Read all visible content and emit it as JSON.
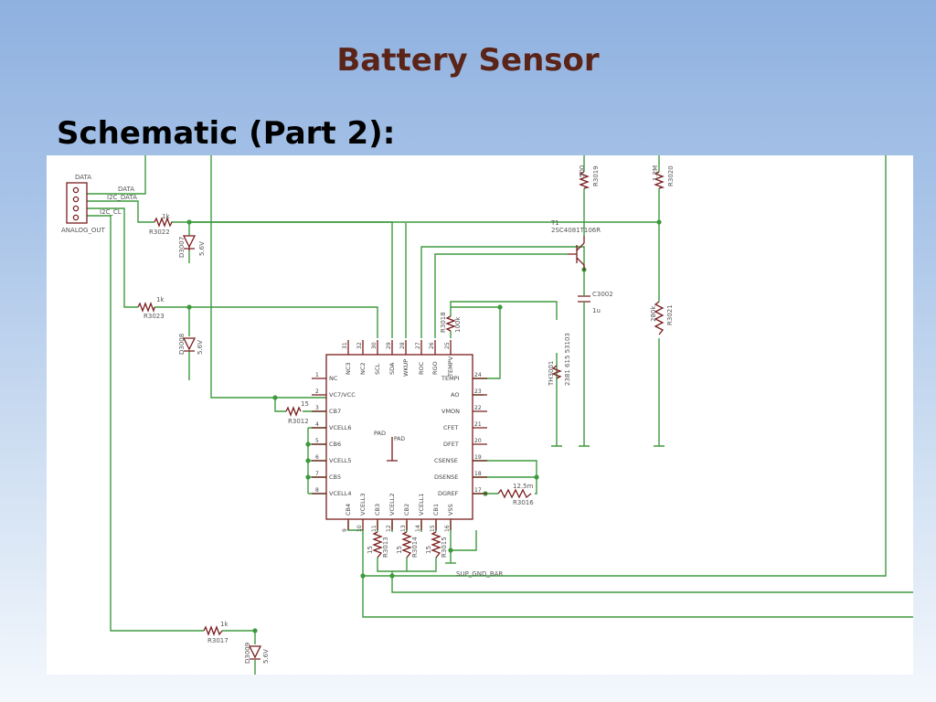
{
  "slide": {
    "title": "Battery Sensor",
    "subtitle": "Schematic (Part 2):"
  },
  "connector": {
    "name": "DATA",
    "signals": [
      "DATA",
      "I2C_DATA",
      "I2C_CL",
      "ANALOG_OUT"
    ]
  },
  "resistors": [
    {
      "ref": "R3022",
      "value": "1k"
    },
    {
      "ref": "R3023",
      "value": "1k"
    },
    {
      "ref": "R3012",
      "value": "15"
    },
    {
      "ref": "R3013",
      "value": "15"
    },
    {
      "ref": "R3014",
      "value": "15"
    },
    {
      "ref": "R3015",
      "value": "15"
    },
    {
      "ref": "R3016",
      "value": "12.5m"
    },
    {
      "ref": "R3017",
      "value": "1k"
    },
    {
      "ref": "R3018",
      "value": "100k"
    },
    {
      "ref": "R3019",
      "value": "500"
    },
    {
      "ref": "R3020",
      "value": "1.2M"
    },
    {
      "ref": "R3021",
      "value": "280k"
    }
  ],
  "diodes": [
    {
      "ref": "D3007",
      "value": "5.6V"
    },
    {
      "ref": "D3008",
      "value": "5.6V"
    },
    {
      "ref": "D3009",
      "value": "5.6V"
    }
  ],
  "transistor": {
    "ref": "T1",
    "part": "2SC4081T106R"
  },
  "capacitor": {
    "ref": "C3002",
    "value": "1u"
  },
  "thermistor": {
    "ref": "TH3001",
    "part": "2381 615 53103"
  },
  "ground_label": "SUP_GND_BAR",
  "ic": {
    "pad_label": "PAD",
    "pad_pin": "PAD",
    "left_pins": [
      {
        "num": "1",
        "name": "NC"
      },
      {
        "num": "2",
        "name": "VC7/VCC"
      },
      {
        "num": "3",
        "name": "CB7"
      },
      {
        "num": "4",
        "name": "VCELL6"
      },
      {
        "num": "5",
        "name": "CB6"
      },
      {
        "num": "6",
        "name": "VCELL5"
      },
      {
        "num": "7",
        "name": "CB5"
      },
      {
        "num": "8",
        "name": "VCELL4"
      }
    ],
    "right_pins": [
      {
        "num": "24",
        "name": "TEMPI"
      },
      {
        "num": "23",
        "name": "AO"
      },
      {
        "num": "22",
        "name": "VMON"
      },
      {
        "num": "21",
        "name": "CFET"
      },
      {
        "num": "20",
        "name": "DFET"
      },
      {
        "num": "19",
        "name": "CSENSE"
      },
      {
        "num": "18",
        "name": "DSENSE"
      },
      {
        "num": "17",
        "name": "DGREF"
      }
    ],
    "top_pins": [
      {
        "num": "31",
        "name": "NC3"
      },
      {
        "num": "32",
        "name": "NC2"
      },
      {
        "num": "30",
        "name": "SCL"
      },
      {
        "num": "29",
        "name": "SDA"
      },
      {
        "num": "28",
        "name": "WKUP"
      },
      {
        "num": "27",
        "name": "ROC"
      },
      {
        "num": "26",
        "name": "RGO"
      },
      {
        "num": "25",
        "name": "TEMPV"
      }
    ],
    "bottom_pins": [
      {
        "num": "9",
        "name": "CB4"
      },
      {
        "num": "10",
        "name": "VCELL3"
      },
      {
        "num": "11",
        "name": "CB3"
      },
      {
        "num": "12",
        "name": "VCELL2"
      },
      {
        "num": "13",
        "name": "CB2"
      },
      {
        "num": "14",
        "name": "VCELL1"
      },
      {
        "num": "15",
        "name": "CB1"
      },
      {
        "num": "16",
        "name": "VSS"
      }
    ]
  },
  "colors": {
    "wire": "#3e9a3e",
    "part": "#7a1d1d",
    "title": "#5a2418"
  }
}
